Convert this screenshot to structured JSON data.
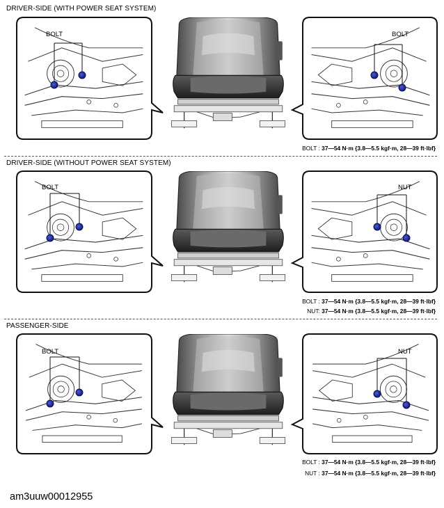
{
  "sections": [
    {
      "title": "DRIVER-SIDE (WITH POWER SEAT SYSTEM)",
      "left_label": "BOLT",
      "right_label": "BOLT",
      "specs": [
        {
          "key": "BOLT : ",
          "value": "37—54 N·m {3.8—5.5 kgf·m, 28—39 ft·lbf}"
        }
      ]
    },
    {
      "title": "DRIVER-SIDE (WITHOUT POWER SEAT SYSTEM)",
      "left_label": "BOLT",
      "right_label": "NUT",
      "specs": [
        {
          "key": "BOLT : ",
          "value": "37—54 N·m {3.8—5.5 kgf·m, 28—39 ft·lbf}"
        },
        {
          "key": "NUT: ",
          "value": "37—54 N·m {3.8—5.5 kgf·m, 28—39 ft·lbf}"
        }
      ]
    },
    {
      "title": "PASSENGER-SIDE",
      "left_label": "BOLT",
      "right_label": "NUT",
      "specs": [
        {
          "key": "BOLT : ",
          "value": "37—54 N·m {3.8—5.5 kgf·m, 28—39 ft·lbf}"
        },
        {
          "key": "NUT : ",
          "value": "37—54 N·m {3.8—5.5 kgf·m, 28—39 ft·lbf}"
        }
      ]
    }
  ],
  "figure_id": "am3uuw00012955",
  "colors": {
    "fastener": "#1a2a9a",
    "line": "#222222",
    "seat_dark": "#3a3a3a",
    "seat_mid": "#8a8a8a",
    "seat_light": "#d8d8d8"
  }
}
